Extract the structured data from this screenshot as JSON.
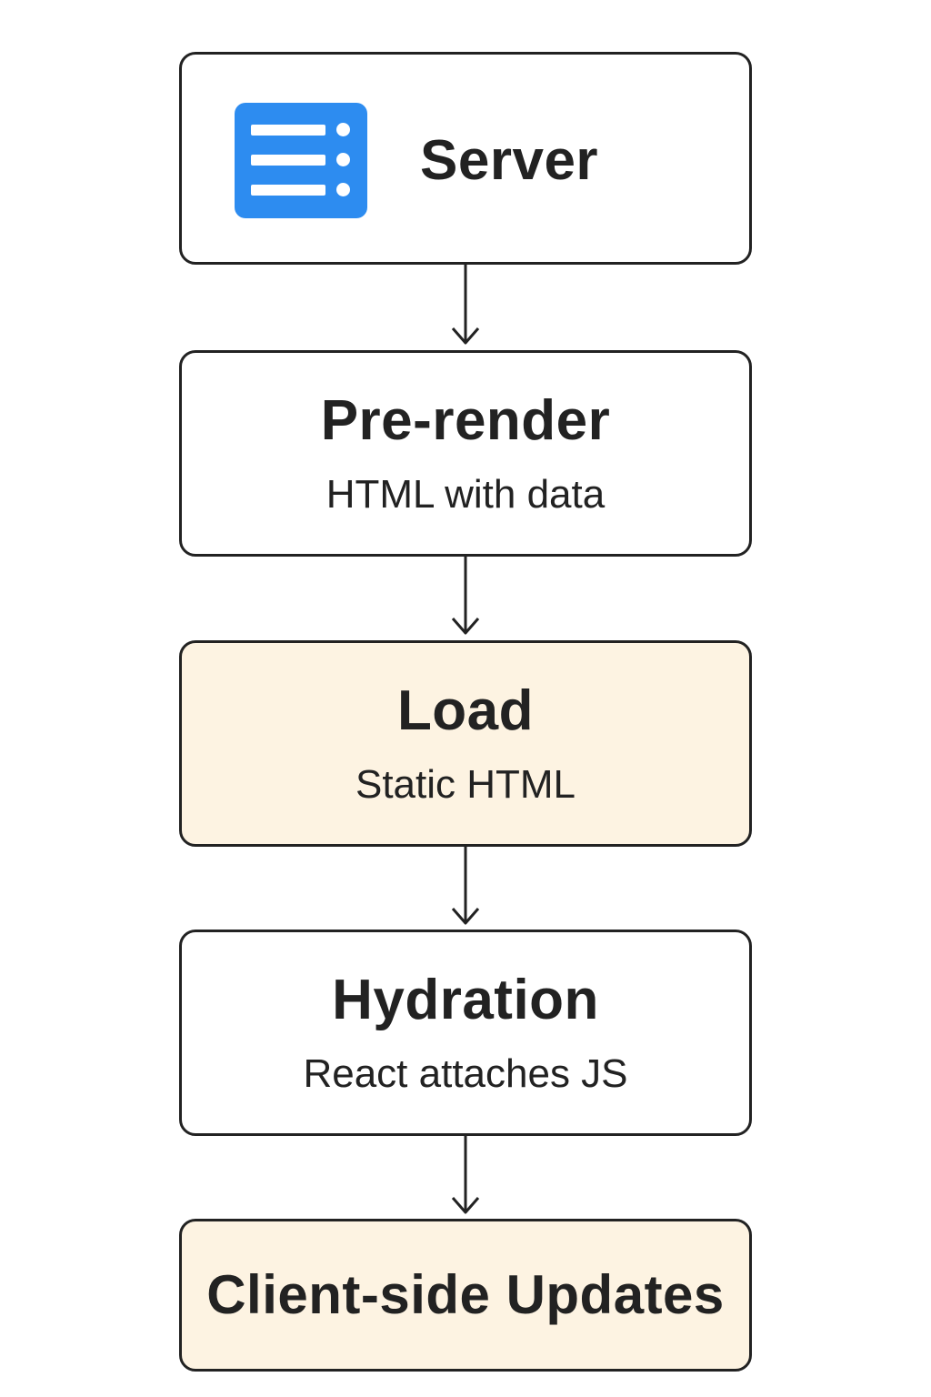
{
  "steps": [
    {
      "title": "Server",
      "icon": "server-list-icon",
      "highlight": false
    },
    {
      "title": "Pre-render",
      "subtitle": "HTML with data",
      "highlight": false
    },
    {
      "title": "Load",
      "subtitle": "Static HTML",
      "highlight": true
    },
    {
      "title": "Hydration",
      "subtitle": "React attaches JS",
      "highlight": false
    },
    {
      "title": "Client-side Updates",
      "highlight": true
    }
  ],
  "colors": {
    "icon_blue": "#2d8cf0",
    "highlight_fill": "#fdf3e2",
    "stroke": "#222222"
  }
}
